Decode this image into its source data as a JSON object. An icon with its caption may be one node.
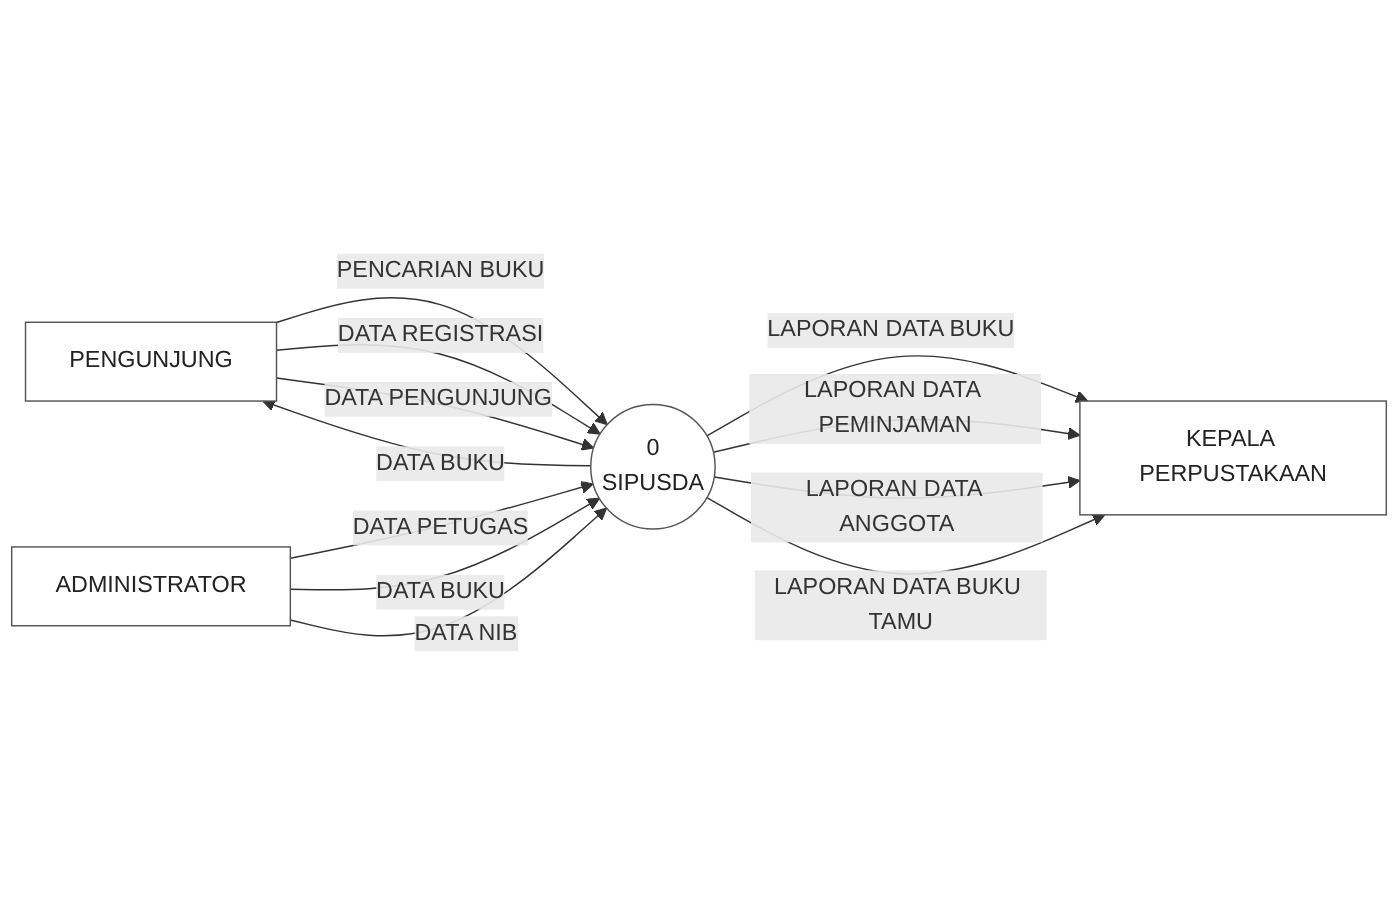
{
  "diagram": {
    "nodes": [
      {
        "text": [
          "PENGUNJUNG"
        ]
      },
      {
        "text": [
          "0",
          "SIPUSDA"
        ]
      },
      {
        "text": [
          "ADMINISTRATOR"
        ]
      },
      {
        "text": [
          "KEPALA PERPUSTAKAAN"
        ]
      }
    ],
    "edges": [
      {
        "from": 0,
        "to": 1,
        "arrow": "to",
        "label": "PENCARIAN BUKU"
      },
      {
        "from": 1,
        "to": 0,
        "arrow": "to",
        "label": "DATA BUKU"
      },
      {
        "from": 0,
        "to": 1,
        "arrow": "to",
        "label": "DATA REGISTRASI"
      },
      {
        "from": 0,
        "to": 1,
        "arrow": "to",
        "label": "DATA PENGUNJUNG"
      },
      {
        "from": 2,
        "to": 1,
        "arrow": "to",
        "label": "DATA PETUGAS"
      },
      {
        "from": 2,
        "to": 1,
        "arrow": "to",
        "label": "DATA BUKU"
      },
      {
        "from": 2,
        "to": 1,
        "arrow": "to",
        "label": "DATA NIB"
      },
      {
        "from": 1,
        "to": 3,
        "arrow": "to",
        "label": "LAPORAN DATA BUKU"
      },
      {
        "from": 1,
        "to": 3,
        "arrow": "to",
        "label": "LAPORAN DATA PEMINJAMAN"
      },
      {
        "from": 1,
        "to": 3,
        "arrow": "to",
        "label": "LAPORAN DATA ANGGOTA"
      },
      {
        "from": 1,
        "to": 3,
        "arrow": "to",
        "label": "LAPORAN DATA BUKU TAMU"
      }
    ]
  }
}
